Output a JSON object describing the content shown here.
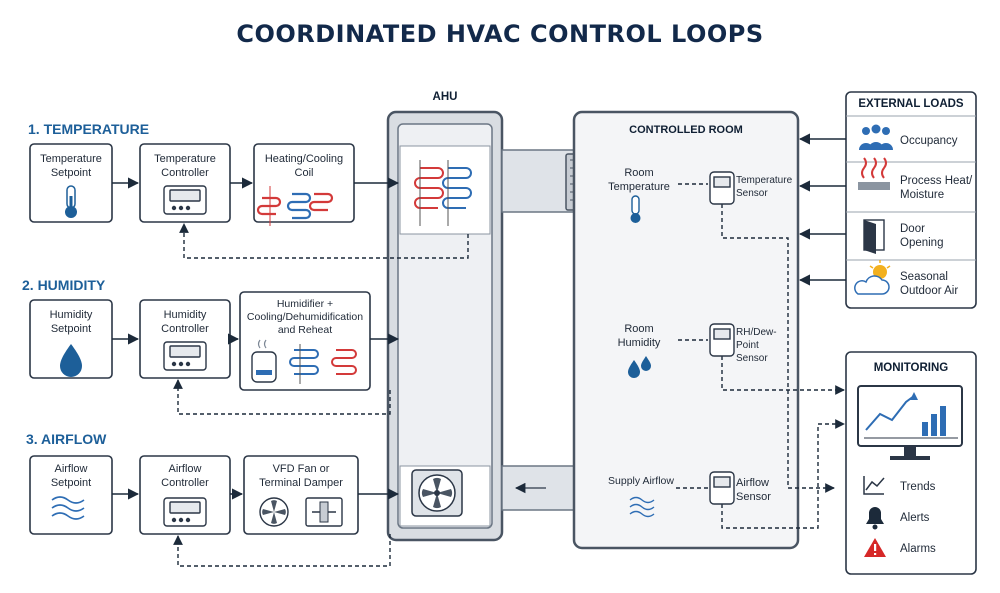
{
  "title": "COORDINATED HVAC CONTROL LOOPS",
  "sections": {
    "temperature": "1. TEMPERATURE",
    "humidity": "2. HUMIDITY",
    "airflow": "3. AIRFLOW"
  },
  "temperature_loop": {
    "setpoint": "Temperature\nSetpoint",
    "controller": "Temperature\nController",
    "actuator": "Heating/Cooling\nCoil"
  },
  "humidity_loop": {
    "setpoint": "Humidity\nSetpoint",
    "controller": "Humidity\nController",
    "actuator": "Humidifier +\nCooling/Dehumidification\nand Reheat"
  },
  "airflow_loop": {
    "setpoint": "Airflow\nSetpoint",
    "controller": "Airflow\nController",
    "actuator": "VFD Fan or\nTerminal Damper"
  },
  "ahu": {
    "label": "AHU"
  },
  "room": {
    "label": "CONTROLLED ROOM",
    "room_temperature": "Room\nTemperature",
    "temperature_sensor": "Temperature\nSensor",
    "room_humidity": "Room\nHumidity",
    "humidity_sensor": "RH/Dew-Point\nSensor",
    "supply_airflow": "Supply Airflow",
    "airflow_sensor": "Airflow\nSensor"
  },
  "external_loads": {
    "label": "EXTERNAL LOADS",
    "items": [
      "Occupancy",
      "Process Heat/\nMoisture",
      "Door\nOpening",
      "Seasonal\nOutdoor Air"
    ]
  },
  "monitoring": {
    "label": "MONITORING",
    "items": [
      "Trends",
      "Alerts",
      "Alarms"
    ]
  },
  "icons": [
    "thermometer-icon",
    "thermostat-icon",
    "coil-icon",
    "water-drop-icon",
    "humidifier-icon",
    "airflow-icon",
    "fan-icon",
    "damper-icon",
    "sensor-icon",
    "people-icon",
    "heat-icon",
    "door-icon",
    "weather-icon",
    "monitor-chart-icon",
    "trend-icon",
    "bell-icon",
    "warning-icon"
  ],
  "colors": {
    "navy": "#12294a",
    "section_blue": "#1d5f99",
    "icon_blue": "#2e6db4",
    "coil_red": "#d33a3a",
    "alarm_red": "#d62828"
  }
}
